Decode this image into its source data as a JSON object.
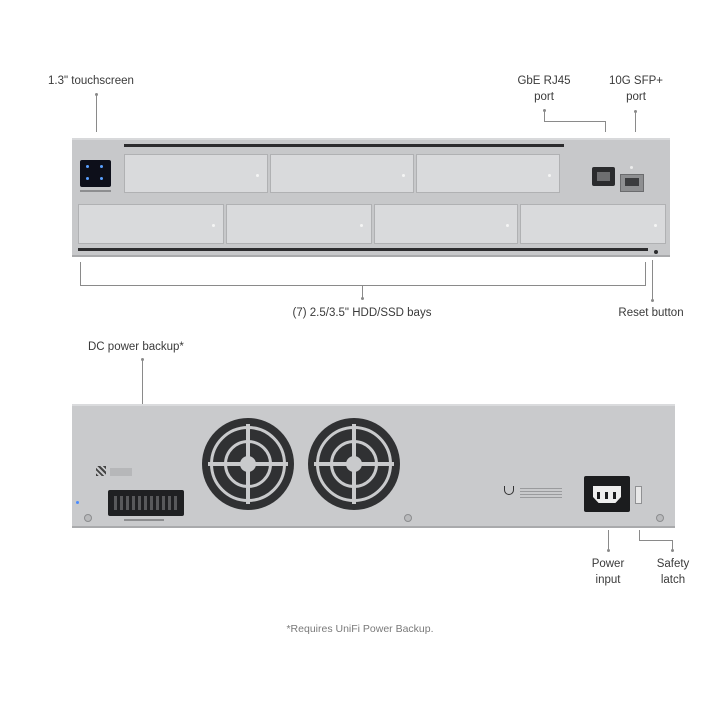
{
  "front": {
    "touchscreen_label": "1.3\" touchscreen",
    "gbe_label_line1": "GbE RJ45",
    "gbe_label_line2": "port",
    "sfp_label_line1": "10G SFP+",
    "sfp_label_line2": "port",
    "bays_label": "(7) 2.5/3.5\" HDD/SSD bays",
    "reset_label": "Reset button"
  },
  "rear": {
    "dc_label": "DC power backup*",
    "power_label_line1": "Power",
    "power_label_line2": "input",
    "latch_label_line1": "Safety",
    "latch_label_line2": "latch"
  },
  "footnote": "*Requires UniFi Power Backup.",
  "colors": {
    "chassis": "#c7c8ca",
    "bay": "#d9dadc",
    "fan": "#303133",
    "screen_accent": "#5aa0ff",
    "text": "#3a3a3a"
  }
}
